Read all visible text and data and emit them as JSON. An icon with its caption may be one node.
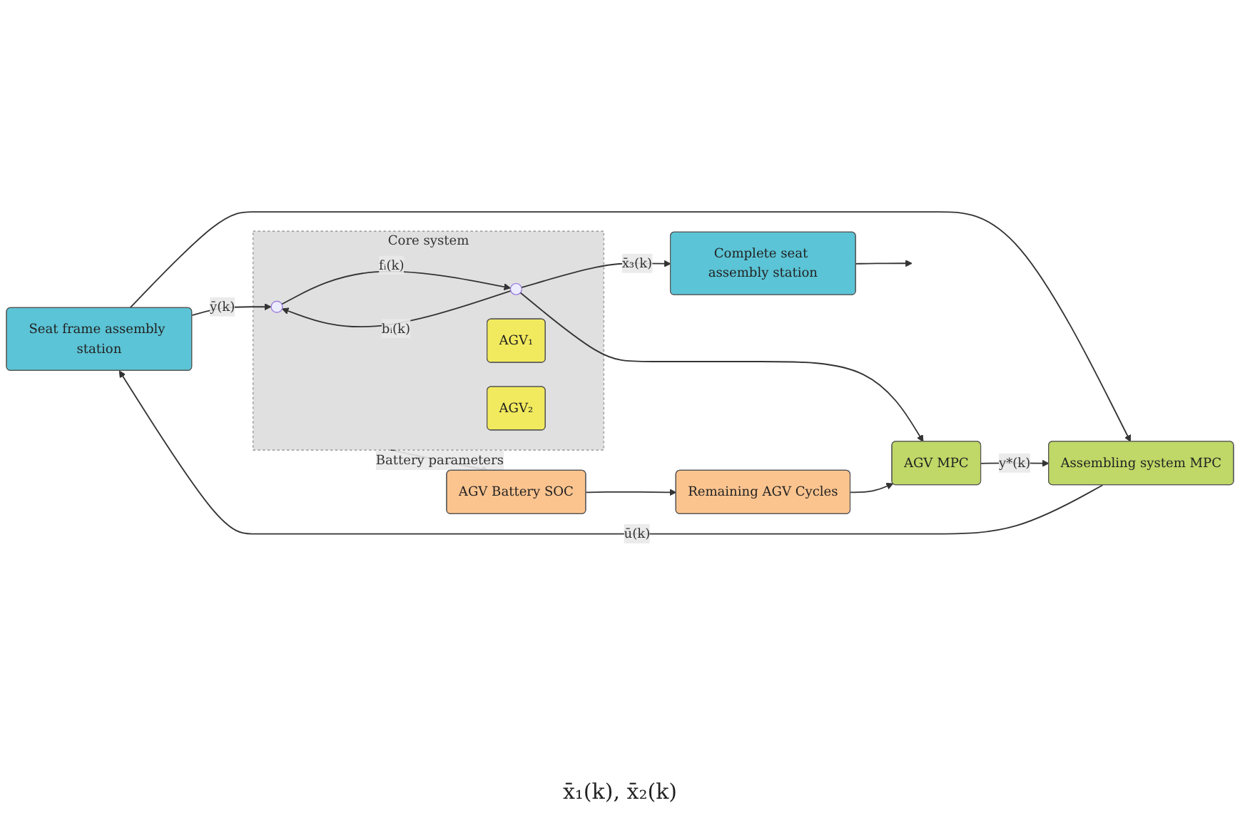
{
  "diagram": {
    "nodes": [
      {
        "text": [
          "Seat frame assembly station"
        ]
      },
      {
        "text": [
          "Core system"
        ]
      },
      {
        "text": [],
        "shape": "circle",
        "in": 1
      },
      {
        "text": [],
        "shape": "circle",
        "in": 1
      },
      {
        "text": [
          "AGV₁"
        ],
        "in": 1
      },
      {
        "text": [
          "AGV₂"
        ],
        "in": 1
      },
      {
        "text": [
          "Complete seat assembly station"
        ]
      },
      {
        "text": [
          "AGV Battery SOC"
        ]
      },
      {
        "text": [
          "Remaining AGV Cycles"
        ]
      },
      {
        "text": [
          "Assembling system MPC"
        ]
      },
      {
        "text": [
          "AGV MPC"
        ]
      }
    ],
    "edges": [
      {
        "from": 9,
        "to": 0,
        "arrow": "to",
        "label": "ū(k)"
      },
      {
        "from": 0,
        "to": 2,
        "arrow": "to",
        "label": "ȳ(k)"
      },
      {
        "from": 2,
        "to": 3,
        "arrow": "to",
        "label": "fᵢ(k)"
      },
      {
        "from": 3,
        "to": 2,
        "arrow": "to",
        "label": "bᵢ(k)"
      },
      {
        "from": 3,
        "to": 6,
        "arrow": "to",
        "label": "x̄₃(k)"
      },
      {
        "from": 6,
        "to": null,
        "arrow": "to"
      },
      {
        "from": 0,
        "to": 9,
        "arrow": "to"
      },
      {
        "from": 3,
        "to": 10,
        "arrow": "to"
      },
      {
        "from": 1,
        "to": 7,
        "arrow": "to",
        "label": "Battery parameters"
      },
      {
        "from": 7,
        "to": 8,
        "arrow": "to"
      },
      {
        "from": 8,
        "to": 10,
        "arrow": "to"
      },
      {
        "from": 10,
        "to": 9,
        "arrow": "to",
        "label": "y*(k)"
      }
    ],
    "labels": [
      "x̄₁(k), x̄₂(k)"
    ]
  }
}
